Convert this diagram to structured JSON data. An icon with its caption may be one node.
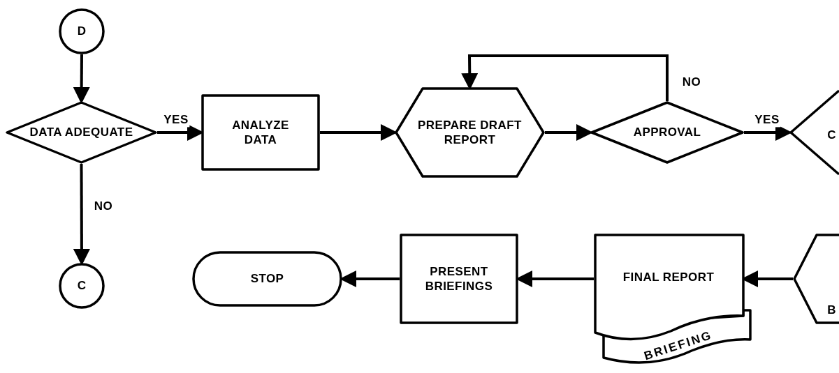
{
  "diagram": {
    "nodes": [
      {
        "text": [
          "D"
        ]
      },
      {
        "text": [
          "DATA ADEQUATE"
        ]
      },
      {
        "text": [
          "C"
        ]
      },
      {
        "text": [
          "ANALYZE DATA"
        ]
      },
      {
        "text": [
          "PREPARE DRAFT REPORT"
        ]
      },
      {
        "text": [
          "APPROVAL"
        ]
      },
      {
        "text": [
          "C"
        ]
      },
      {
        "text": [
          "STOP"
        ]
      },
      {
        "text": [
          "PRESENT BRIEFINGS"
        ]
      },
      {
        "text": [
          "FINAL REPORT",
          "BRIEFING"
        ]
      },
      {
        "text": [
          "B"
        ]
      }
    ],
    "edges": [
      {
        "from": 0,
        "to": 1,
        "arrow": "to"
      },
      {
        "from": 1,
        "to": 3,
        "arrow": "to",
        "label": "YES"
      },
      {
        "from": 1,
        "to": 2,
        "arrow": "to",
        "label": "NO"
      },
      {
        "from": 3,
        "to": 4,
        "arrow": "to"
      },
      {
        "from": 4,
        "to": 5,
        "arrow": "to"
      },
      {
        "from": 5,
        "to": 4,
        "arrow": "to",
        "label": "NO"
      },
      {
        "from": 5,
        "to": 6,
        "arrow": "to",
        "label": "YES"
      },
      {
        "from": 10,
        "to": 9,
        "arrow": "to"
      },
      {
        "from": 9,
        "to": 8,
        "arrow": "to"
      },
      {
        "from": 8,
        "to": 7,
        "arrow": "to"
      }
    ]
  }
}
